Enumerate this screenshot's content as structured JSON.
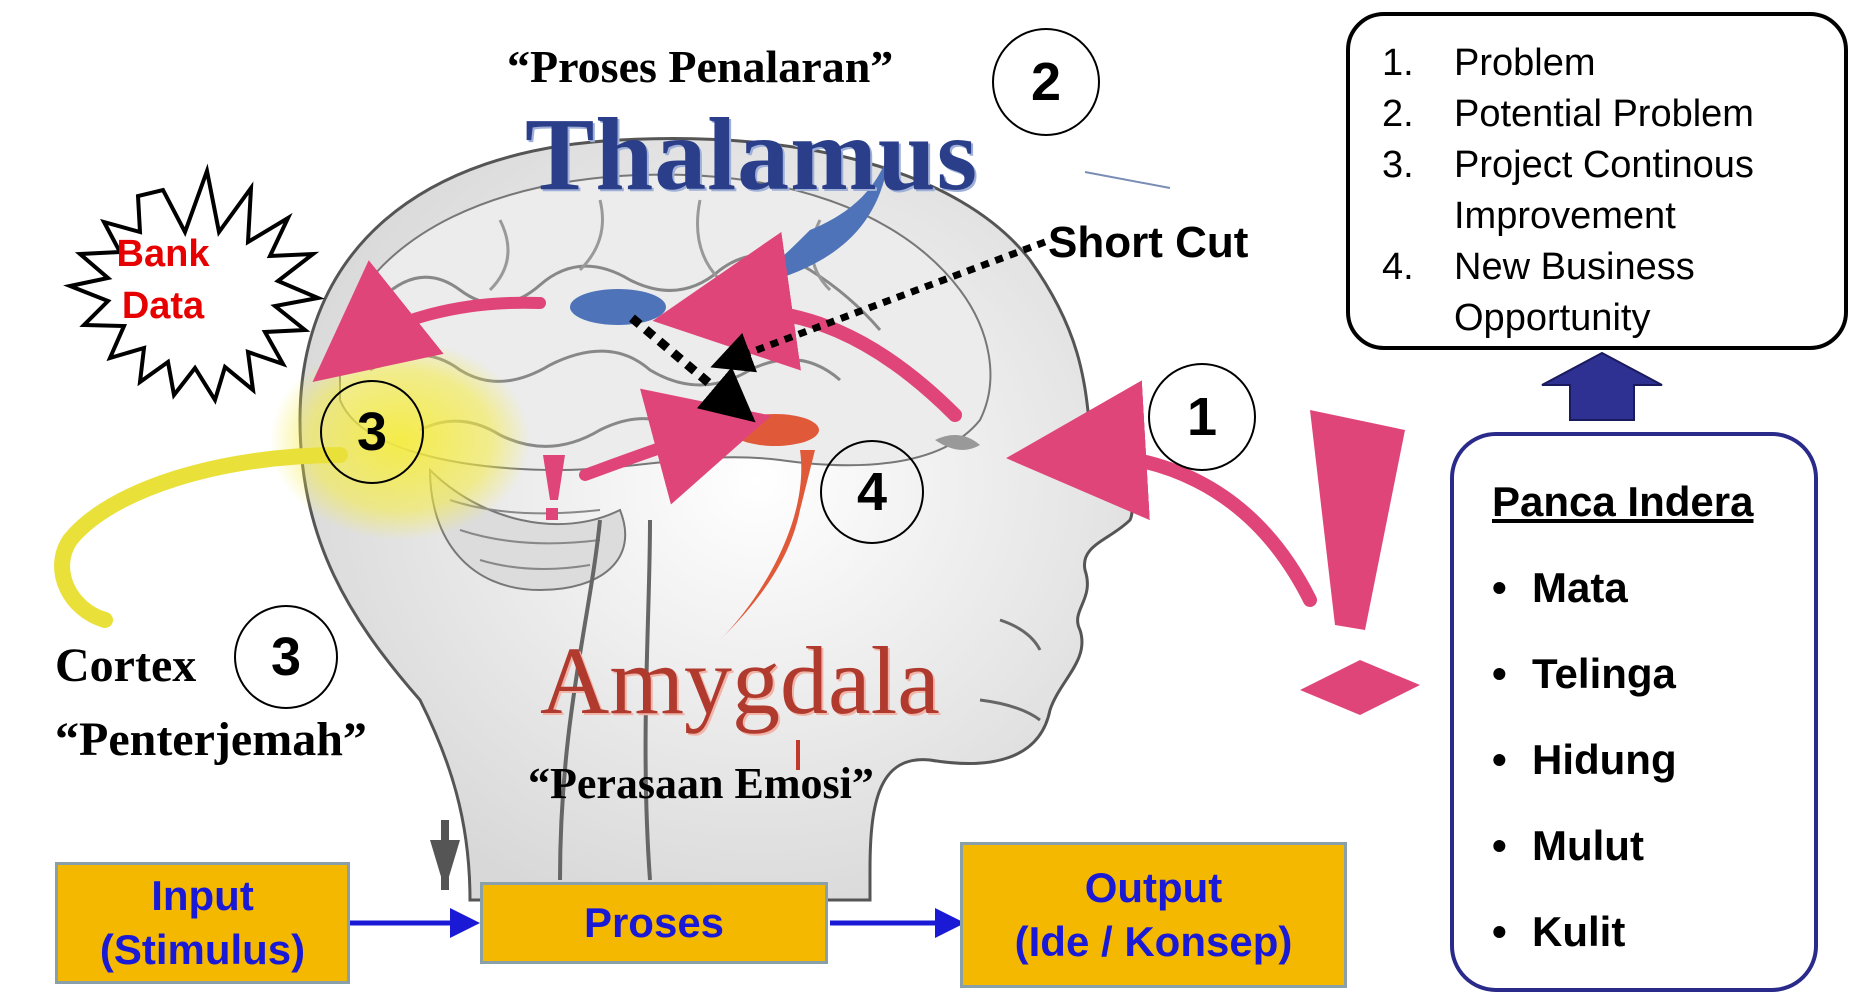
{
  "labels": {
    "reasoning": "“Proses Penalaran”",
    "thalamus": "Thalamus",
    "short_cut": "Short Cut",
    "bank_data_line1": "Bank",
    "bank_data_line2": "Data",
    "cortex": "Cortex",
    "translator": "“Penterjemah”",
    "amygdala": "Amygdala",
    "emotion": "“Perasaan Emosi”"
  },
  "markers": {
    "m1": "1",
    "m2": "2",
    "m3_brain": "3",
    "m3_cortex": "3",
    "m4": "4"
  },
  "problem_list": [
    {
      "num": "1.",
      "text": "Problem"
    },
    {
      "num": "2.",
      "text": "Potential Problem"
    },
    {
      "num": "3.",
      "text": "Project Continous Improvement"
    },
    {
      "num": "4.",
      "text": "New Business Opportunity"
    }
  ],
  "senses": {
    "title": "Panca Indera",
    "items": [
      "Mata",
      "Telinga",
      "Hidung",
      "Mulut",
      "Kulit"
    ]
  },
  "flow": {
    "input_line1": "Input",
    "input_line2": "(Stimulus)",
    "process": "Proses",
    "output_line1": "Output",
    "output_line2": "(Ide  / Konsep)"
  },
  "colors": {
    "pink_arrow": "#e0457a",
    "flow_box": "#f5b800",
    "flow_text": "#1a1ad6",
    "bank_text": "#e60000",
    "thalamus_text": "#2a3e8a",
    "amygdala_text": "#b03a2e",
    "up_arrow": "#2e3192"
  }
}
